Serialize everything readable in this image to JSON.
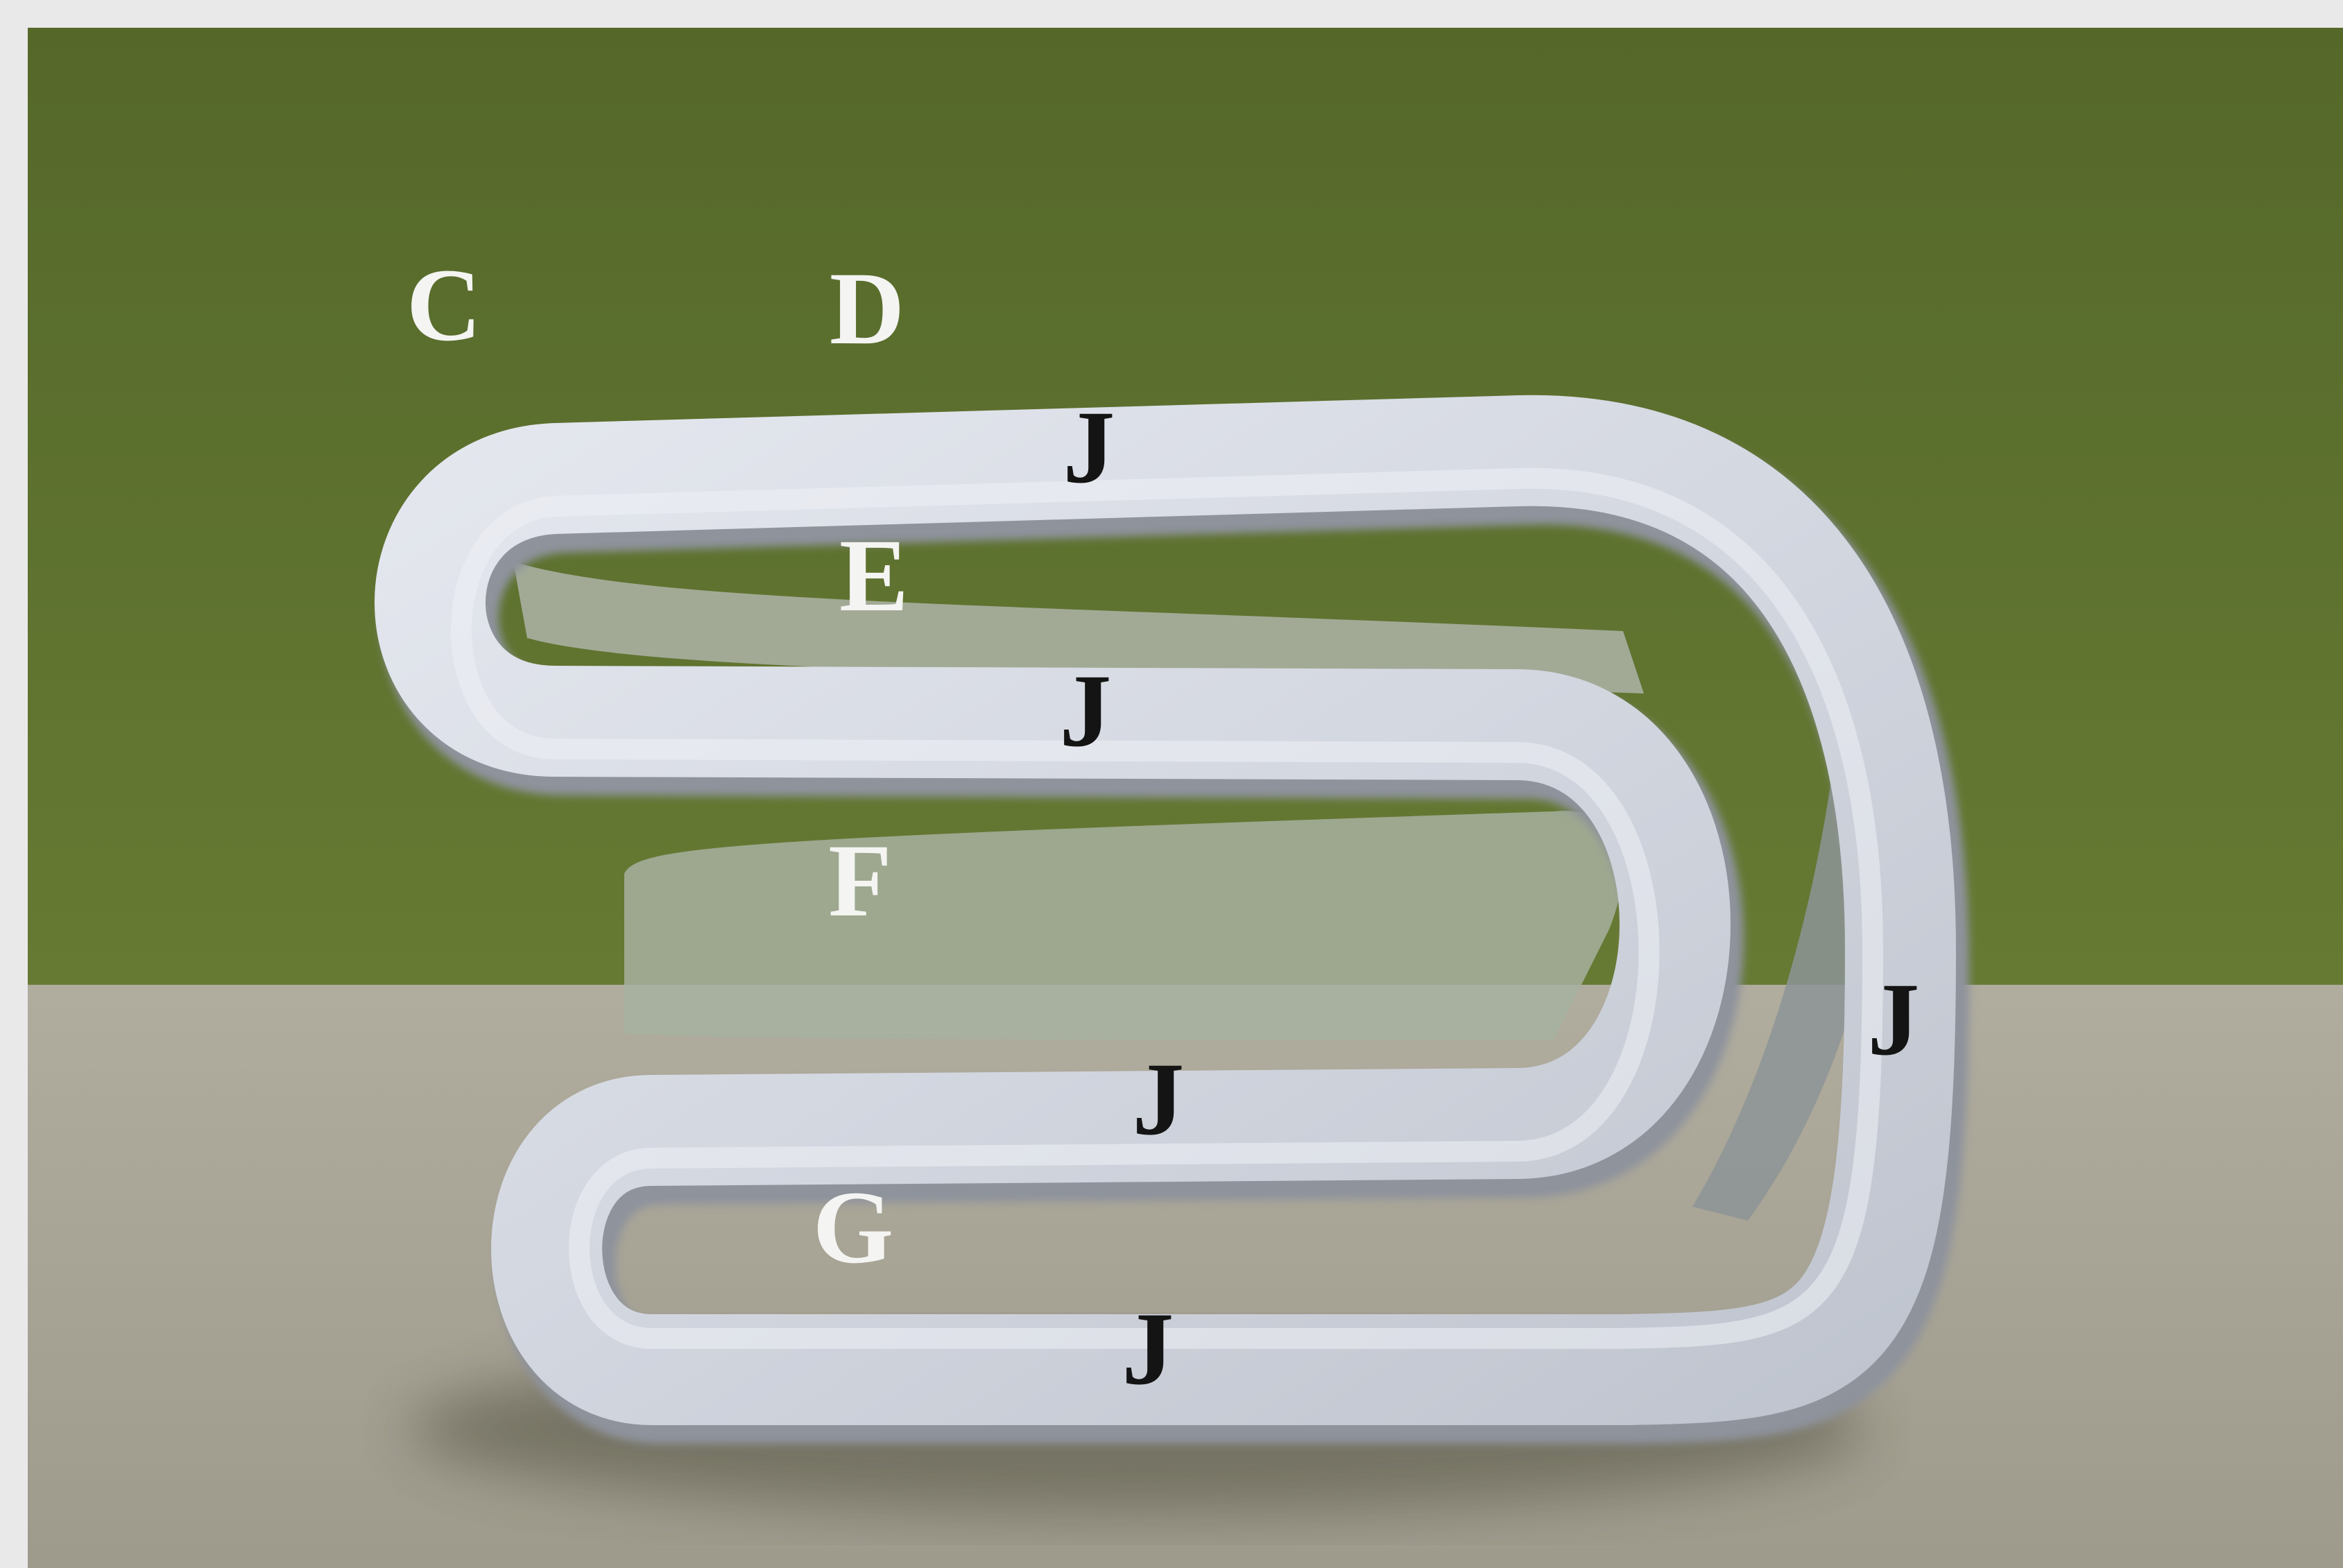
{
  "colors": {
    "frame": "#e9e9e9",
    "background_wall": "#5c6e2c",
    "floor": "#a9a597",
    "object": "#d8dce4",
    "object_shadow": "#9da2ab",
    "label_light": "#f4f4f2",
    "label_dark": "#141414"
  },
  "labels": {
    "c": "C",
    "d": "D",
    "e": "E",
    "f": "F",
    "g": "G",
    "j_top": "J",
    "j_middle": "J",
    "j_lower": "J",
    "j_right": "J",
    "j_bottom": "J"
  }
}
